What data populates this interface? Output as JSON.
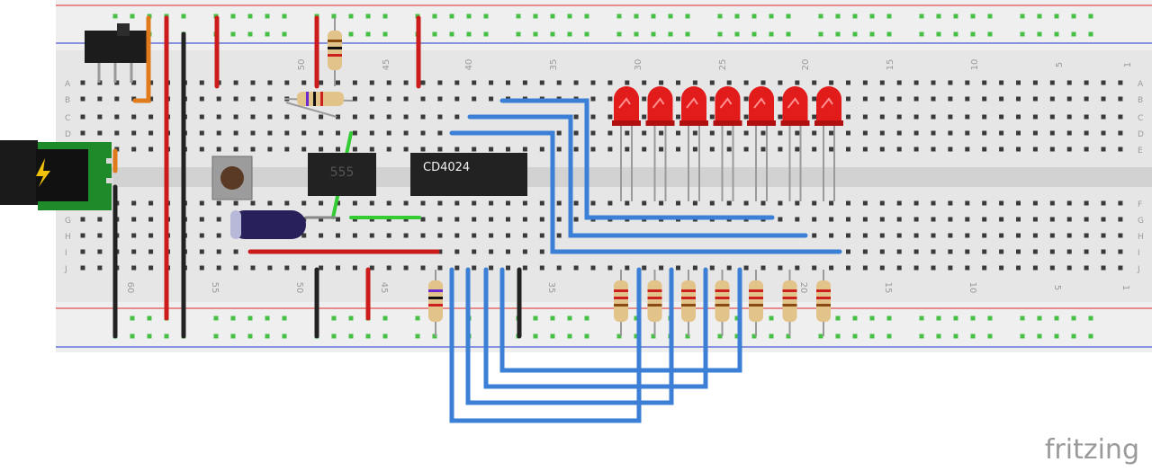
{
  "app": {
    "brand": "fritzing"
  },
  "breadboard": {
    "row_letters_top": [
      "A",
      "B",
      "C",
      "D",
      "E"
    ],
    "row_letters_bottom": [
      "F",
      "G",
      "H",
      "I",
      "J"
    ],
    "column_numbers_top": [
      "50",
      "45",
      "40",
      "35",
      "30",
      "25",
      "20",
      "15",
      "10",
      "5",
      "1"
    ],
    "column_numbers_bottom": [
      "60",
      "55",
      "50",
      "45",
      "35",
      "20",
      "15",
      "10",
      "5",
      "1"
    ]
  },
  "components": {
    "ic_counter": {
      "label": "CD4024"
    },
    "ic_timer": {
      "label": "555"
    },
    "power_jack": {
      "icon": "lightning-icon"
    },
    "leds": {
      "count": 7,
      "color": "#e21b1b"
    },
    "led_resistors": {
      "count": 7
    }
  },
  "colors": {
    "wire_red": "#cc1b1b",
    "wire_black": "#222222",
    "wire_blue": "#3b7fd6",
    "wire_green": "#33cc33",
    "wire_orange": "#e07a1a",
    "rail_red": "#e05050",
    "rail_blue": "#4a5cd6",
    "hole_green": "#48c048",
    "board": "#e2e2e2"
  }
}
